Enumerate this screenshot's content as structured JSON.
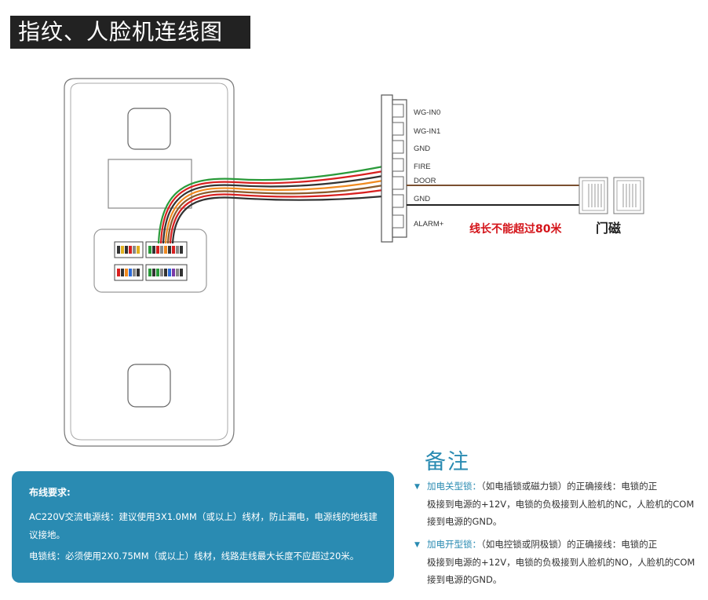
{
  "title": "指纹、人脸机连线图",
  "terminals": [
    "WG-IN0",
    "WG-IN1",
    "GND",
    "FIRE",
    "DOOR",
    "GND",
    "ALARM+"
  ],
  "wire_note": "线长不能超过80米",
  "magnet_label": "门磁",
  "requirements": {
    "title": "布线要求:",
    "power_line": "AC220V交流电源线：建议使用3X1.0MM（或以上）线材，防止漏电，电源线的地线建议接地。",
    "lock_line": "电锁线：必须使用2X0.75MM（或以上）线材，线路走线最大长度不应超过20米。"
  },
  "notes": {
    "title": "备注",
    "items": [
      {
        "keyword": "加电关型锁：",
        "text_head": "（如电插锁或磁力锁）的正确接线：电锁的正",
        "text_tail": "极接到电源的+12V，电锁的负极接到人脸机的NC，人脸机的COM接到电源的GND。"
      },
      {
        "keyword": "加电开型锁：",
        "text_head": "（如电控锁或阴极锁）的正确接线：电锁的正",
        "text_tail": "极接到电源的+12V，电锁的负极接到人脸机的NO，人脸机的COM接到电源的GND。"
      }
    ]
  },
  "colors": {
    "accent": "#2a8bb2",
    "warning": "#d4141a",
    "title_bg": "#222222"
  }
}
